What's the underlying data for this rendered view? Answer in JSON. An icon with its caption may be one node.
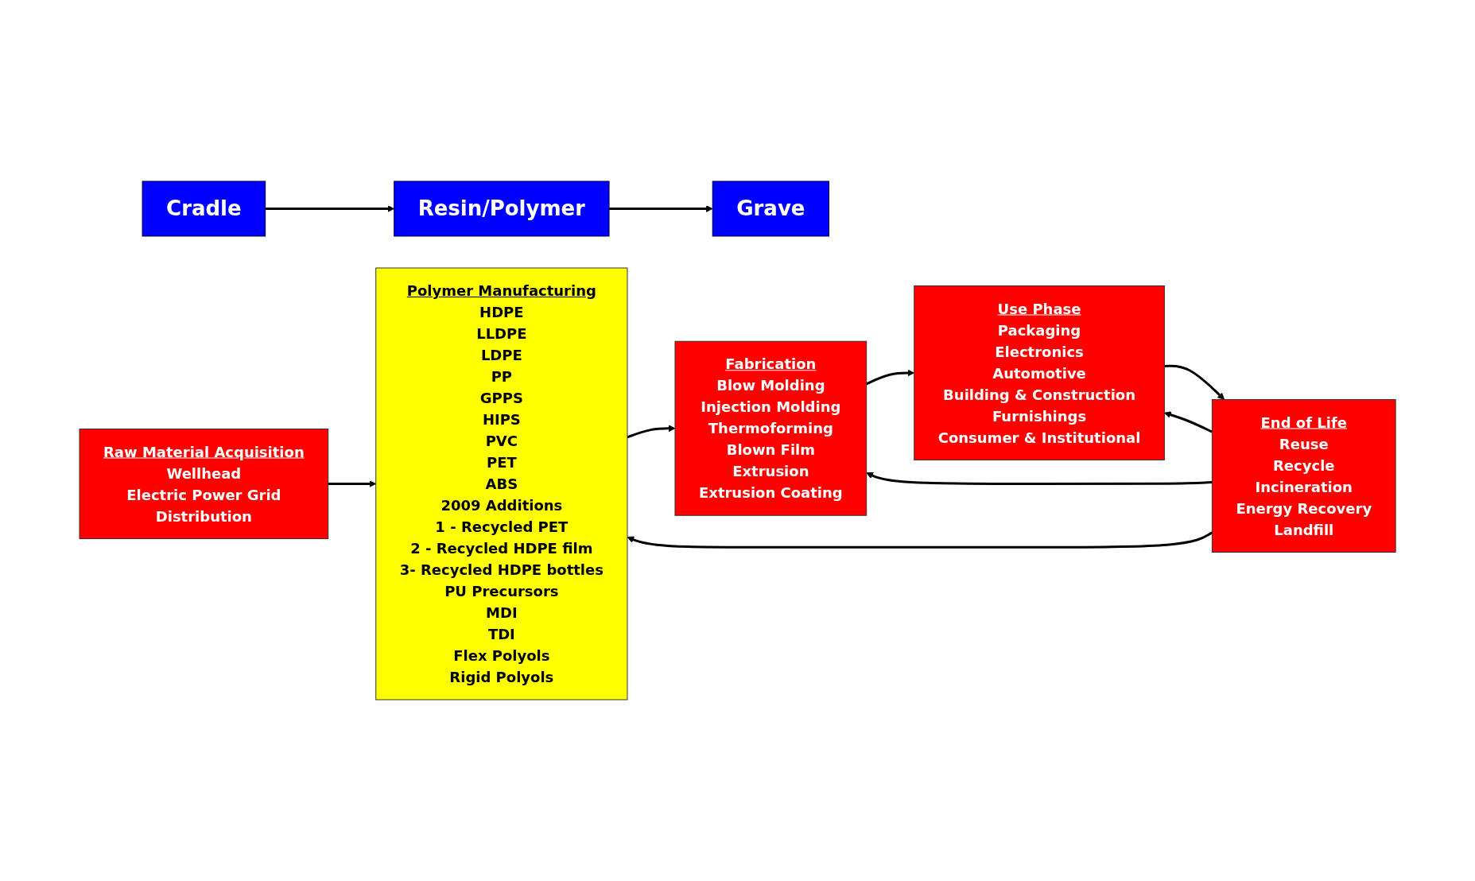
{
  "diagram": {
    "nodes": [
      {
        "text": [
          "Cradle"
        ]
      },
      {
        "text": [
          "Resin/Polymer"
        ]
      },
      {
        "text": [
          "Grave"
        ]
      },
      {
        "text": [
          "Raw Material Acquisition",
          "Wellhead",
          "Electric Power Grid",
          "Distribution"
        ]
      },
      {
        "text": [
          "Polymer Manufacturing",
          "HDPE",
          "LLDPE",
          "LDPE",
          "PP",
          "GPPS",
          "HIPS",
          "PVC",
          "PET",
          "ABS",
          "2009 Additions",
          "1 - Recycled PET",
          "2 - Recycled HDPE film",
          "3- Recycled HDPE bottles",
          "PU Precursors",
          "MDI",
          "TDI",
          "Flex Polyols",
          "Rigid Polyols"
        ]
      },
      {
        "text": [
          "Fabrication",
          "Blow Molding",
          "Injection Molding",
          "Thermoforming",
          "Blown Film",
          "Extrusion",
          "Extrusion Coating"
        ]
      },
      {
        "text": [
          "Use Phase",
          "Packaging",
          "Electronics",
          "Automotive",
          "Building & Construction",
          "Furnishings",
          "Consumer & Institutional"
        ]
      },
      {
        "text": [
          "End of Life",
          "Reuse",
          "Recycle",
          "Incineration",
          "Energy Recovery",
          "Landfill"
        ]
      }
    ],
    "edges": [
      {
        "from": 0,
        "to": 1,
        "arrow": "to"
      },
      {
        "from": 1,
        "to": 2,
        "arrow": "to"
      },
      {
        "from": 3,
        "to": 4,
        "arrow": "to"
      },
      {
        "from": 4,
        "to": 5,
        "arrow": "to"
      },
      {
        "from": 5,
        "to": 6,
        "arrow": "to"
      },
      {
        "from": 6,
        "to": 7,
        "arrow": "to"
      },
      {
        "from": 7,
        "to": 4,
        "arrow": "to"
      },
      {
        "from": 7,
        "to": 5,
        "arrow": "to"
      },
      {
        "from": 7,
        "to": 6,
        "arrow": "to"
      }
    ]
  }
}
